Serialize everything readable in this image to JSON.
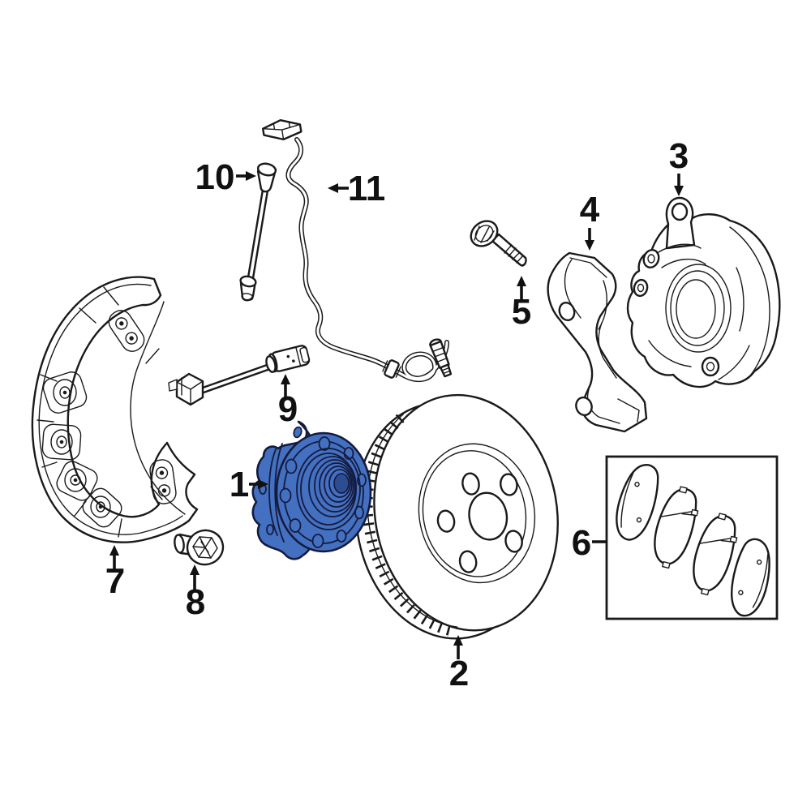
{
  "diagram": {
    "type": "exploded-parts-diagram",
    "subject": "Front disc brake components",
    "background": "#ffffff",
    "line_color": "#1a1a1a",
    "highlight": {
      "fill": "#4470c1",
      "stroke": "#141b3e",
      "applies_to_callout": "1"
    },
    "callouts": [
      {
        "number": "1",
        "part_name": "wheel-hub-bearing-assembly",
        "highlighted": true,
        "arrow_direction": "right"
      },
      {
        "number": "2",
        "part_name": "brake-disc-rotor",
        "highlighted": false,
        "arrow_direction": "up"
      },
      {
        "number": "3",
        "part_name": "brake-caliper",
        "highlighted": false,
        "arrow_direction": "down"
      },
      {
        "number": "4",
        "part_name": "caliper-mounting-bracket",
        "highlighted": false,
        "arrow_direction": "down"
      },
      {
        "number": "5",
        "part_name": "caliper-bracket-bolt",
        "highlighted": false,
        "arrow_direction": "up"
      },
      {
        "number": "6",
        "part_name": "disc-brake-pad-set",
        "highlighted": false,
        "arrow_direction": "none"
      },
      {
        "number": "7",
        "part_name": "brake-dust-shield",
        "highlighted": false,
        "arrow_direction": "up"
      },
      {
        "number": "8",
        "part_name": "dust-shield-bolt",
        "highlighted": false,
        "arrow_direction": "up"
      },
      {
        "number": "9",
        "part_name": "brake-pad-wear-sensor",
        "highlighted": false,
        "arrow_direction": "up"
      },
      {
        "number": "10",
        "part_name": "caliper-guide-pin",
        "highlighted": false,
        "arrow_direction": "right"
      },
      {
        "number": "11",
        "part_name": "abs-wheel-speed-sensor",
        "highlighted": false,
        "arrow_direction": "left"
      }
    ]
  }
}
